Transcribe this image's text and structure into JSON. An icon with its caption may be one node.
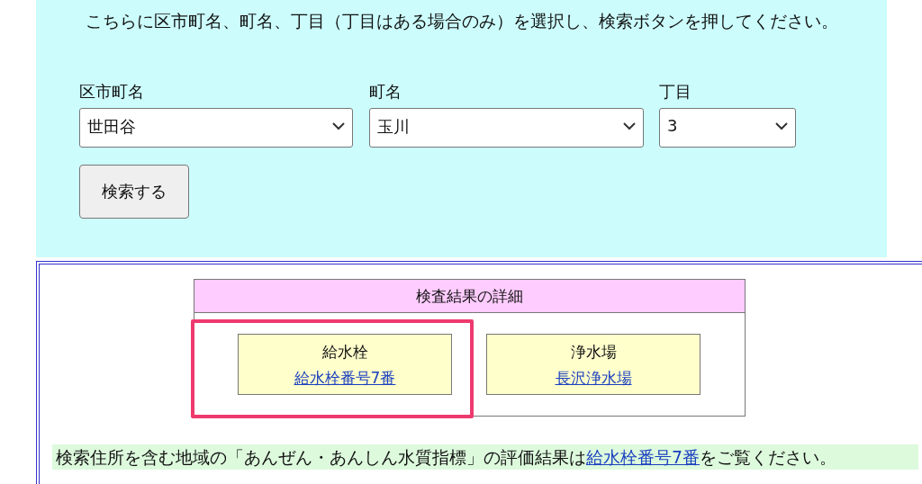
{
  "diagram": {
    "nodes": [
      {
        "text": [
          "検査結果の詳細"
        ]
      },
      {
        "text": [
          "給水栓",
          "給水栓番号7番"
        ],
        "in": 0
      },
      {
        "text": [
          "浄水場",
          "長沢浄水場"
        ],
        "in": 0
      }
    ],
    "labels": [
      "こちらに区市町名、町名、丁目（丁目はある場合のみ）を選択し、検索ボタンを押してください。",
      "区市町名",
      "町名",
      "丁目",
      "世田谷",
      "玉川",
      "3",
      "検索する",
      "検索住所を含む地域の「あんぜん・あんしん水質指標」の評価結果は",
      "給水栓番号7番",
      "をご覧ください。"
    ]
  }
}
